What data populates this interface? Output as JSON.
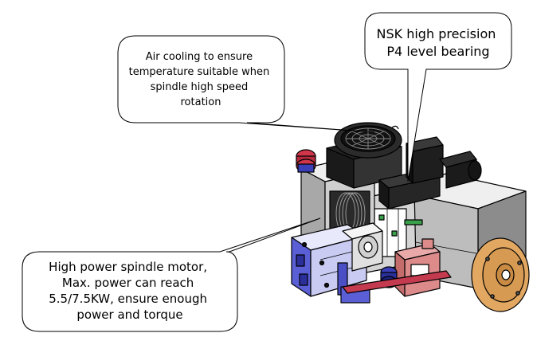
{
  "callouts": {
    "air_cooling": {
      "lines": [
        "Air cooling to ensure",
        "temperature suitable when",
        "spindle high speed",
        "rotation"
      ]
    },
    "bearing": {
      "lines": [
        "NSK high precision",
        "P4 level bearing"
      ]
    },
    "motor": {
      "lines": [
        "High power spindle motor,",
        "Max. power can reach",
        "5.5/7.5KW, ensure enough",
        "power and torque"
      ]
    }
  },
  "colors": {
    "body_light": "#d8d8d8",
    "body_mid": "#a9a9a9",
    "body_dark": "#1c1c1c",
    "motor_blue": "#5a5fd6",
    "motor_blue_light": "#c9cbf2",
    "bracket_red": "#dc8a8a",
    "cap_red": "#d0354a",
    "flange_orange": "#e2a862",
    "accent_green": "#3aa04a",
    "outline": "#000000"
  }
}
